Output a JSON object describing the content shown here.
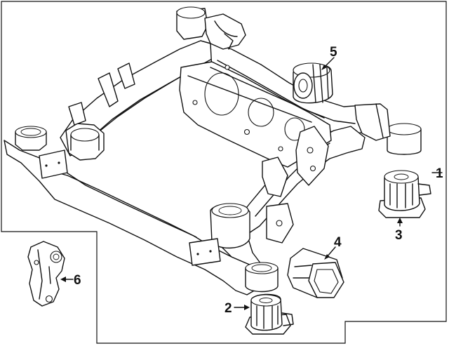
{
  "diagram": {
    "callouts": [
      {
        "id": "1",
        "label": "1"
      },
      {
        "id": "2",
        "label": "2"
      },
      {
        "id": "3",
        "label": "3"
      },
      {
        "id": "4",
        "label": "4"
      },
      {
        "id": "5",
        "label": "5"
      },
      {
        "id": "6",
        "label": "6"
      }
    ],
    "parts": [
      {
        "callout": "1",
        "name": "subframe"
      },
      {
        "callout": "2",
        "name": "subframe-mount-bushing-front"
      },
      {
        "callout": "3",
        "name": "subframe-mount-bushing-rear"
      },
      {
        "callout": "4",
        "name": "differential-mount-bushing"
      },
      {
        "callout": "5",
        "name": "cylindrical-bushing"
      },
      {
        "callout": "6",
        "name": "mounting-bracket"
      }
    ],
    "colors": {
      "line": "#111111",
      "background": "#ffffff"
    }
  }
}
